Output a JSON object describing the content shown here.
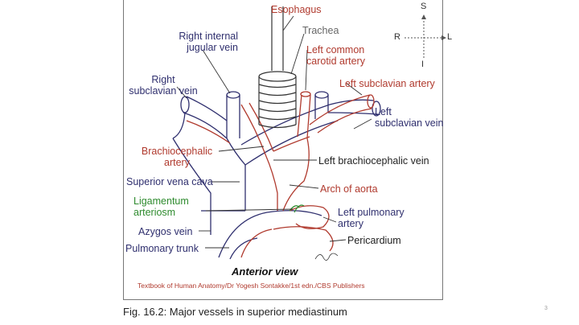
{
  "caption": "Fig. 16.2: Major vessels in superior mediastinum",
  "view_label": "Anterior view",
  "credit": "Textbook of Human Anatomy/Dr Yogesh Sontakke/1st edn./CBS Publishers",
  "slide_number": "3",
  "compass": {
    "up": "S",
    "down": "I",
    "left": "R",
    "right": "L"
  },
  "labels": {
    "esophagus": "Esophagus",
    "trachea": "Trachea",
    "right_internal_jugular_vein": [
      "Right internal",
      "jugular vein"
    ],
    "left_common_carotid_artery": [
      "Left common",
      "carotid artery"
    ],
    "right_subclavian_vein": [
      "Right",
      "subclavian vein"
    ],
    "left_subclavian_artery": "Left subclavian artery",
    "left_subclavian_vein": [
      "Left",
      "subclavian vein"
    ],
    "brachiocephalic_artery": [
      "Brachiocephalic",
      "artery"
    ],
    "left_brachiocephalic_vein": "Left brachiocephalic vein",
    "superior_vena_cava": "Superior vena cava",
    "arch_of_aorta": "Arch of aorta",
    "ligamentum_arteriosm": [
      "Ligamentum",
      "arteriosm"
    ],
    "left_pulmonary_artery": [
      "Left pulmonary",
      "artery"
    ],
    "azygos_vein": "Azygos vein",
    "pericardium": "Pericardium",
    "pulmonary_trunk": "Pulmonary trunk"
  },
  "colors": {
    "artery": "#b03a2e",
    "vein": "#2f2f6e",
    "ligament": "#2e8b2e"
  }
}
